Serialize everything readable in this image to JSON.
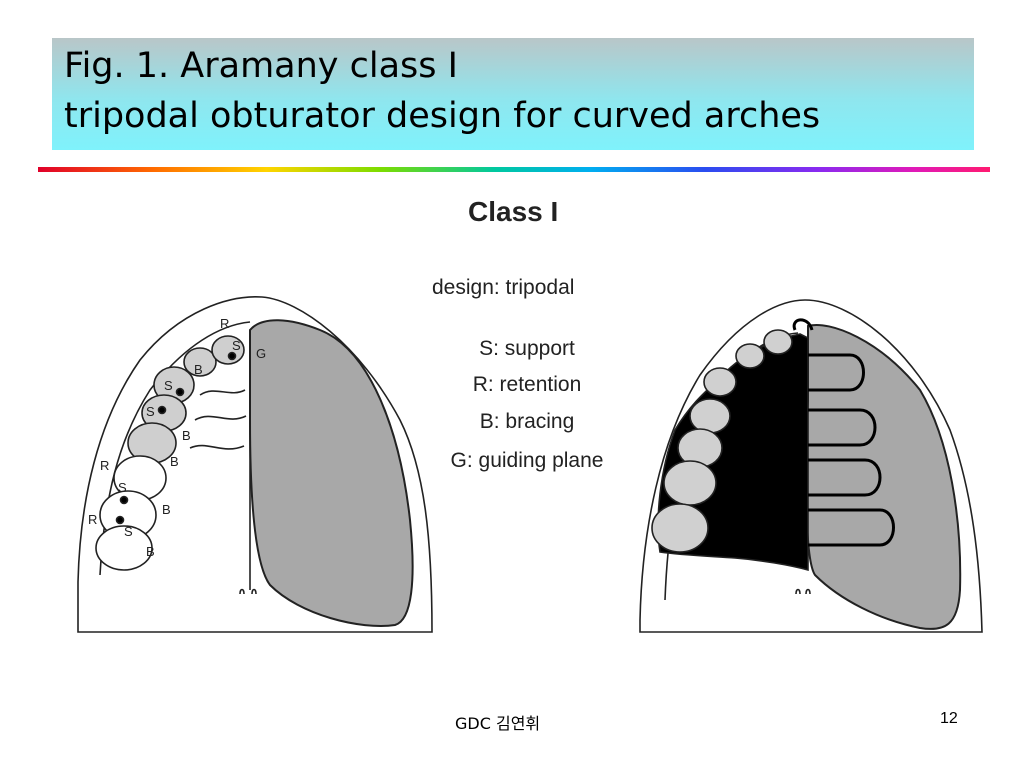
{
  "slide": {
    "title_line1": "Fig. 1. Aramany class I",
    "title_line2": "tripodal obturator design for curved arches",
    "footer": "GDC 김연휘",
    "page_number": "12"
  },
  "legend": {
    "class_title": "Class I",
    "design": "design: tripodal",
    "items": [
      "S: support",
      "R: retention",
      "B: bracing",
      "G: guiding plane"
    ]
  },
  "diagram_labels": {
    "support": "S",
    "retention": "R",
    "bracing": "B",
    "guiding_plane": "G"
  },
  "colors": {
    "title_gradient_top": "#b9c6c8",
    "title_gradient_bottom": "#7ff2fc",
    "defect_fill": "#a8a8a8",
    "framework_fill": "#000000"
  }
}
